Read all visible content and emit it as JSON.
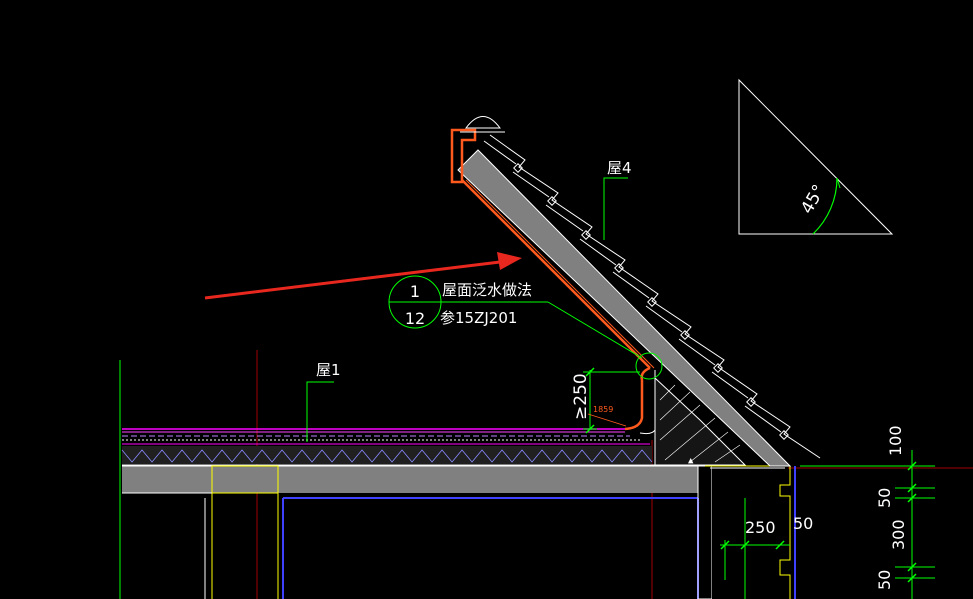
{
  "labels": {
    "roof_label_4": "屋4",
    "roof_label_1": "屋1",
    "callout_top": "1",
    "callout_bottom": "12",
    "callout_title": "屋面泛水做法",
    "callout_ref": "参15ZJ201",
    "angle": "45°",
    "upstand_dim": "≥250",
    "small_tag": "1859",
    "dim_250": "250",
    "dim_50_a": "50",
    "dim_100": "100",
    "dim_50_b": "50",
    "dim_300": "300",
    "dim_50_c": "50"
  },
  "colors": {
    "background": "#000000",
    "slab": "#808080",
    "flashing": "#ff5a1e",
    "arrow": "#e8281e",
    "leader": "#00ff00",
    "outline": "#ffffff",
    "magenta": "#ff00ff",
    "yellow": "#ffff00",
    "blue": "#4040ff",
    "axis_red": "#c00000"
  }
}
